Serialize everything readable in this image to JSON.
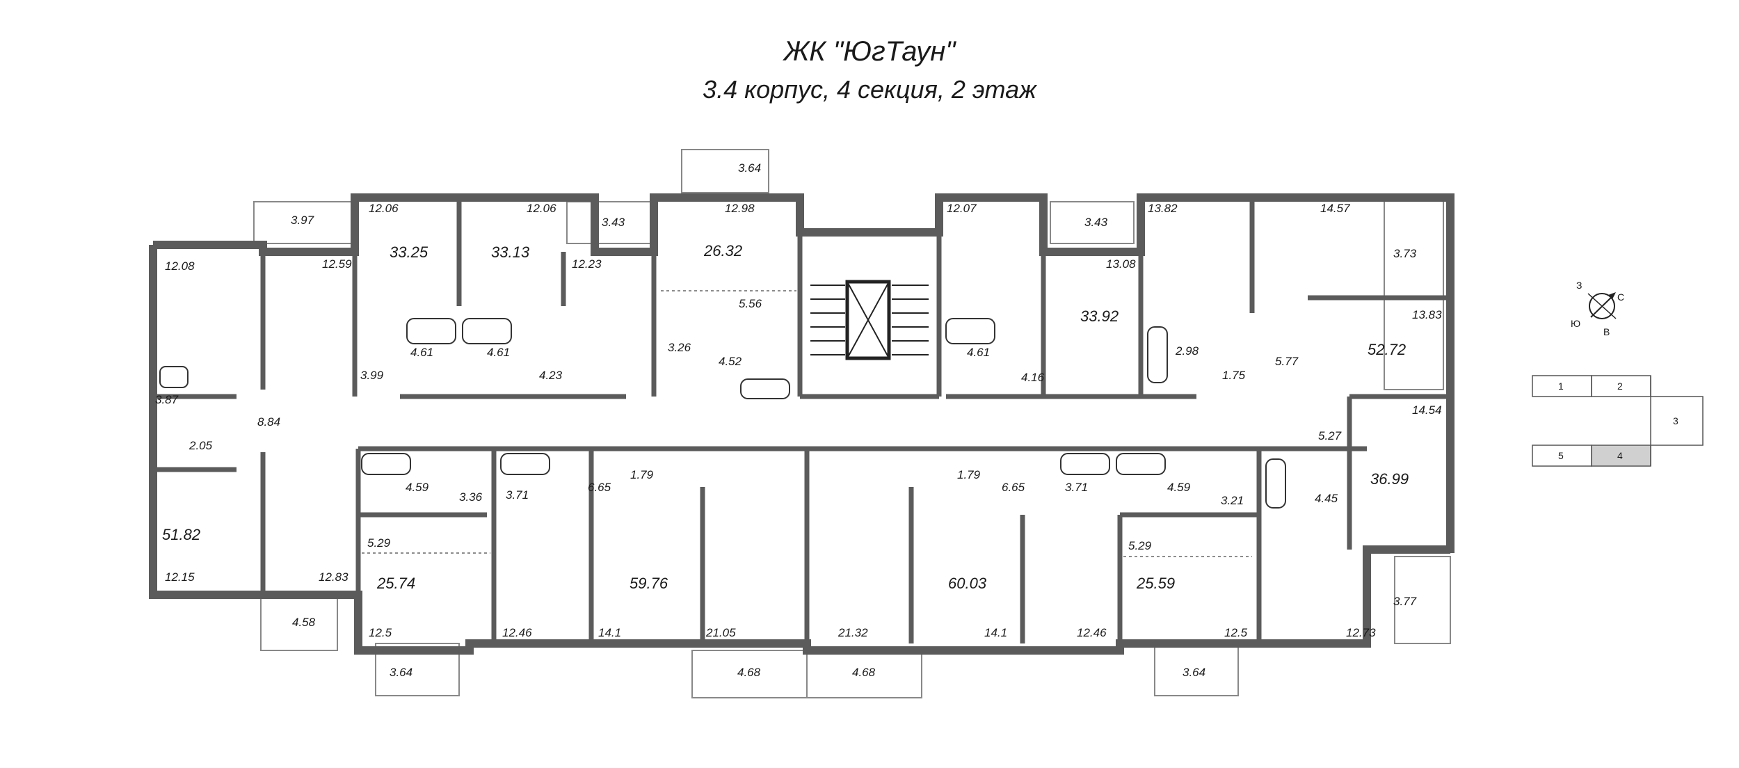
{
  "title": "ЖК \"ЮгТаун\"",
  "subtitle": "3.4 корпус, 4 секция, 2 этаж",
  "apartment_totals": [
    "33.25",
    "33.13",
    "26.32",
    "33.92",
    "52.72",
    "36.99",
    "51.82",
    "25.74",
    "59.76",
    "60.03",
    "25.59"
  ],
  "room_areas": [
    "3.64",
    "3.97",
    "12.06",
    "12.06",
    "3.43",
    "12.98",
    "12.07",
    "3.43",
    "13.82",
    "14.57",
    "12.08",
    "12.59",
    "12.23",
    "13.08",
    "3.73",
    "13.83",
    "5.56",
    "3.26",
    "4.52",
    "4.61",
    "4.61",
    "3.99",
    "4.23",
    "4.61",
    "4.16",
    "2.98",
    "5.77",
    "1.75",
    "3.87",
    "8.84",
    "2.05",
    "4.59",
    "3.36",
    "3.71",
    "6.65",
    "1.79",
    "1.79",
    "6.65",
    "3.71",
    "4.59",
    "3.21",
    "5.27",
    "14.54",
    "4.45",
    "5.29",
    "5.29",
    "12.15",
    "12.83",
    "4.58",
    "12.5",
    "12.46",
    "14.1",
    "21.05",
    "21.32",
    "14.1",
    "12.46",
    "12.5",
    "12.73",
    "3.77",
    "3.64",
    "4.68",
    "4.68",
    "3.64"
  ],
  "compass": {
    "north": "З",
    "east": "С",
    "south": "В",
    "west": "Ю"
  },
  "key_plan": {
    "sections": [
      "1",
      "2",
      "3",
      "5",
      "4"
    ],
    "highlighted": "4"
  },
  "colors": {
    "wall": "#5b5b5b",
    "line": "#222222",
    "highlight": "#d0d0d0"
  }
}
